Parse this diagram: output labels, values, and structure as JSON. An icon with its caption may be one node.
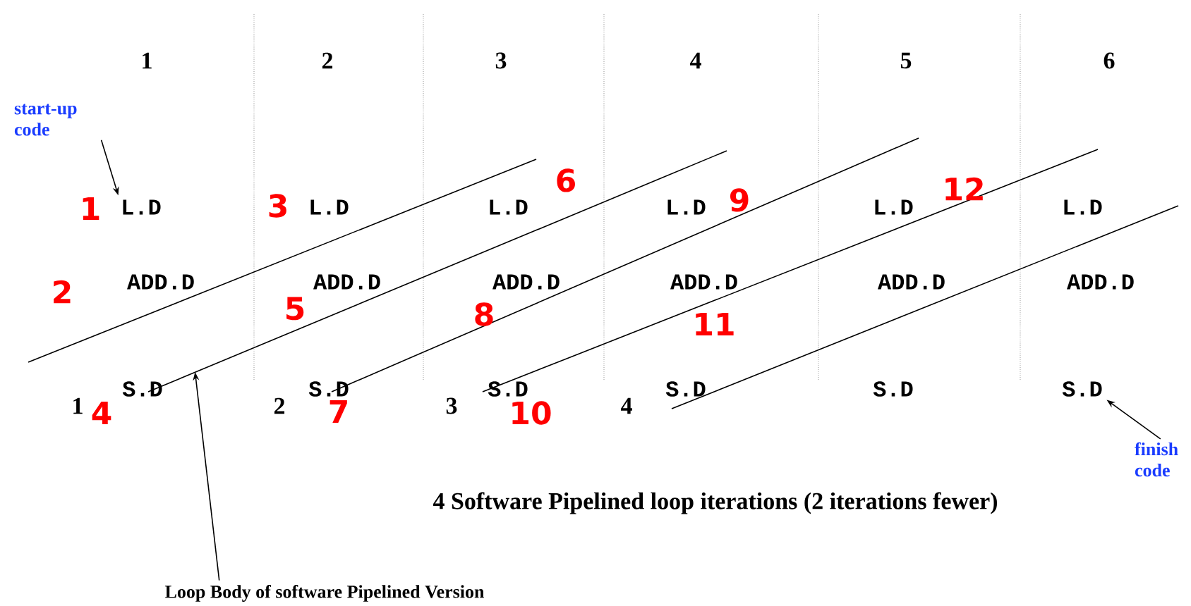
{
  "diagram": {
    "caption": "4 Software Pipelined loop iterations  (2 iterations fewer)",
    "nodes": [
      {
        "text": [
          "start-up code"
        ]
      },
      {
        "text": [
          "L.D"
        ]
      },
      {
        "text": [
          "finish code"
        ]
      },
      {
        "text": [
          "S.D"
        ]
      },
      {
        "text": [
          "Loop Body of software Pipelined Version"
        ]
      }
    ],
    "edges": [
      {
        "from": 0,
        "to": 1,
        "arrow": "to"
      },
      {
        "from": 2,
        "to": 3,
        "arrow": "to"
      },
      {
        "from": 4,
        "to": null,
        "arrow": "to"
      }
    ],
    "labels": [
      "1",
      "2",
      "3",
      "4",
      "5",
      "6",
      "1",
      "3",
      "L.D",
      "L.D",
      "6",
      "L.D",
      "9",
      "L.D",
      "12",
      "L.D",
      "2",
      "ADD.D",
      "5",
      "ADD.D",
      "8",
      "ADD.D",
      "ADD.D",
      "11",
      "ADD.D",
      "ADD.D",
      "1",
      "4",
      "S.D",
      "2",
      "7",
      "S.D",
      "3",
      "10",
      "S.D",
      "4",
      "S.D",
      "S.D"
    ]
  }
}
